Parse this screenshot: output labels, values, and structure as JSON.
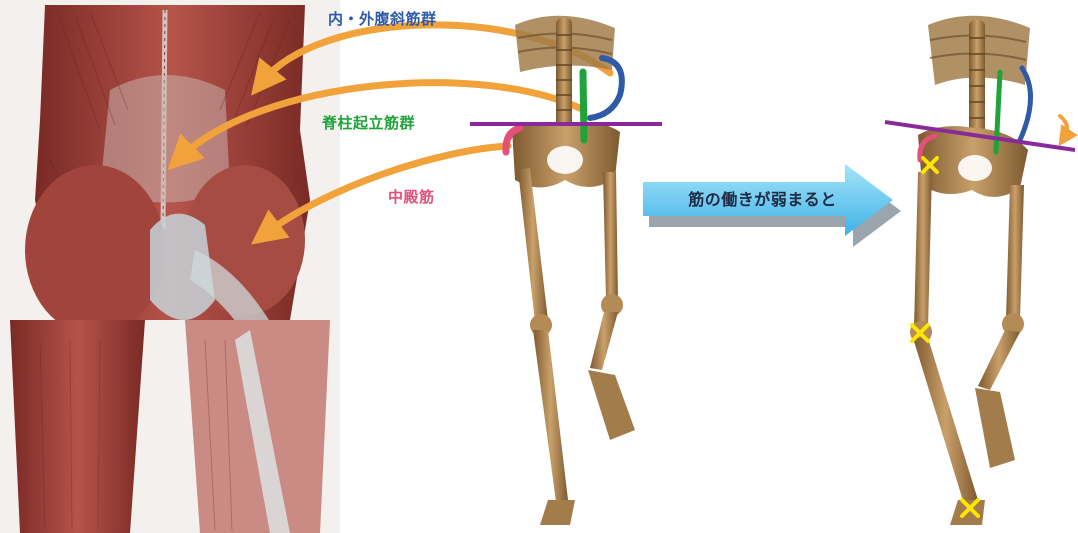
{
  "labels": {
    "obliques": "内・外腹斜筋群",
    "erector_spinae": "脊柱起立筋群",
    "gluteus_medius": "中殿筋"
  },
  "callout": {
    "text": "筋の働きが弱まると"
  },
  "colors": {
    "obliques": "#2f5aa8",
    "erector_spinae": "#1fa33a",
    "gluteus_medius": "#e4507a",
    "pelvis_line": "#8a2a9a",
    "arrows": "#f2a23a",
    "callout_arrow": "#5fc4ee",
    "weak_marker": "#ffe600",
    "bone": "#b48a55",
    "muscle": "#a4433b"
  },
  "icons": {
    "weak_joint": "cross-mark-icon",
    "tilt": "curved-arrow-icon"
  }
}
